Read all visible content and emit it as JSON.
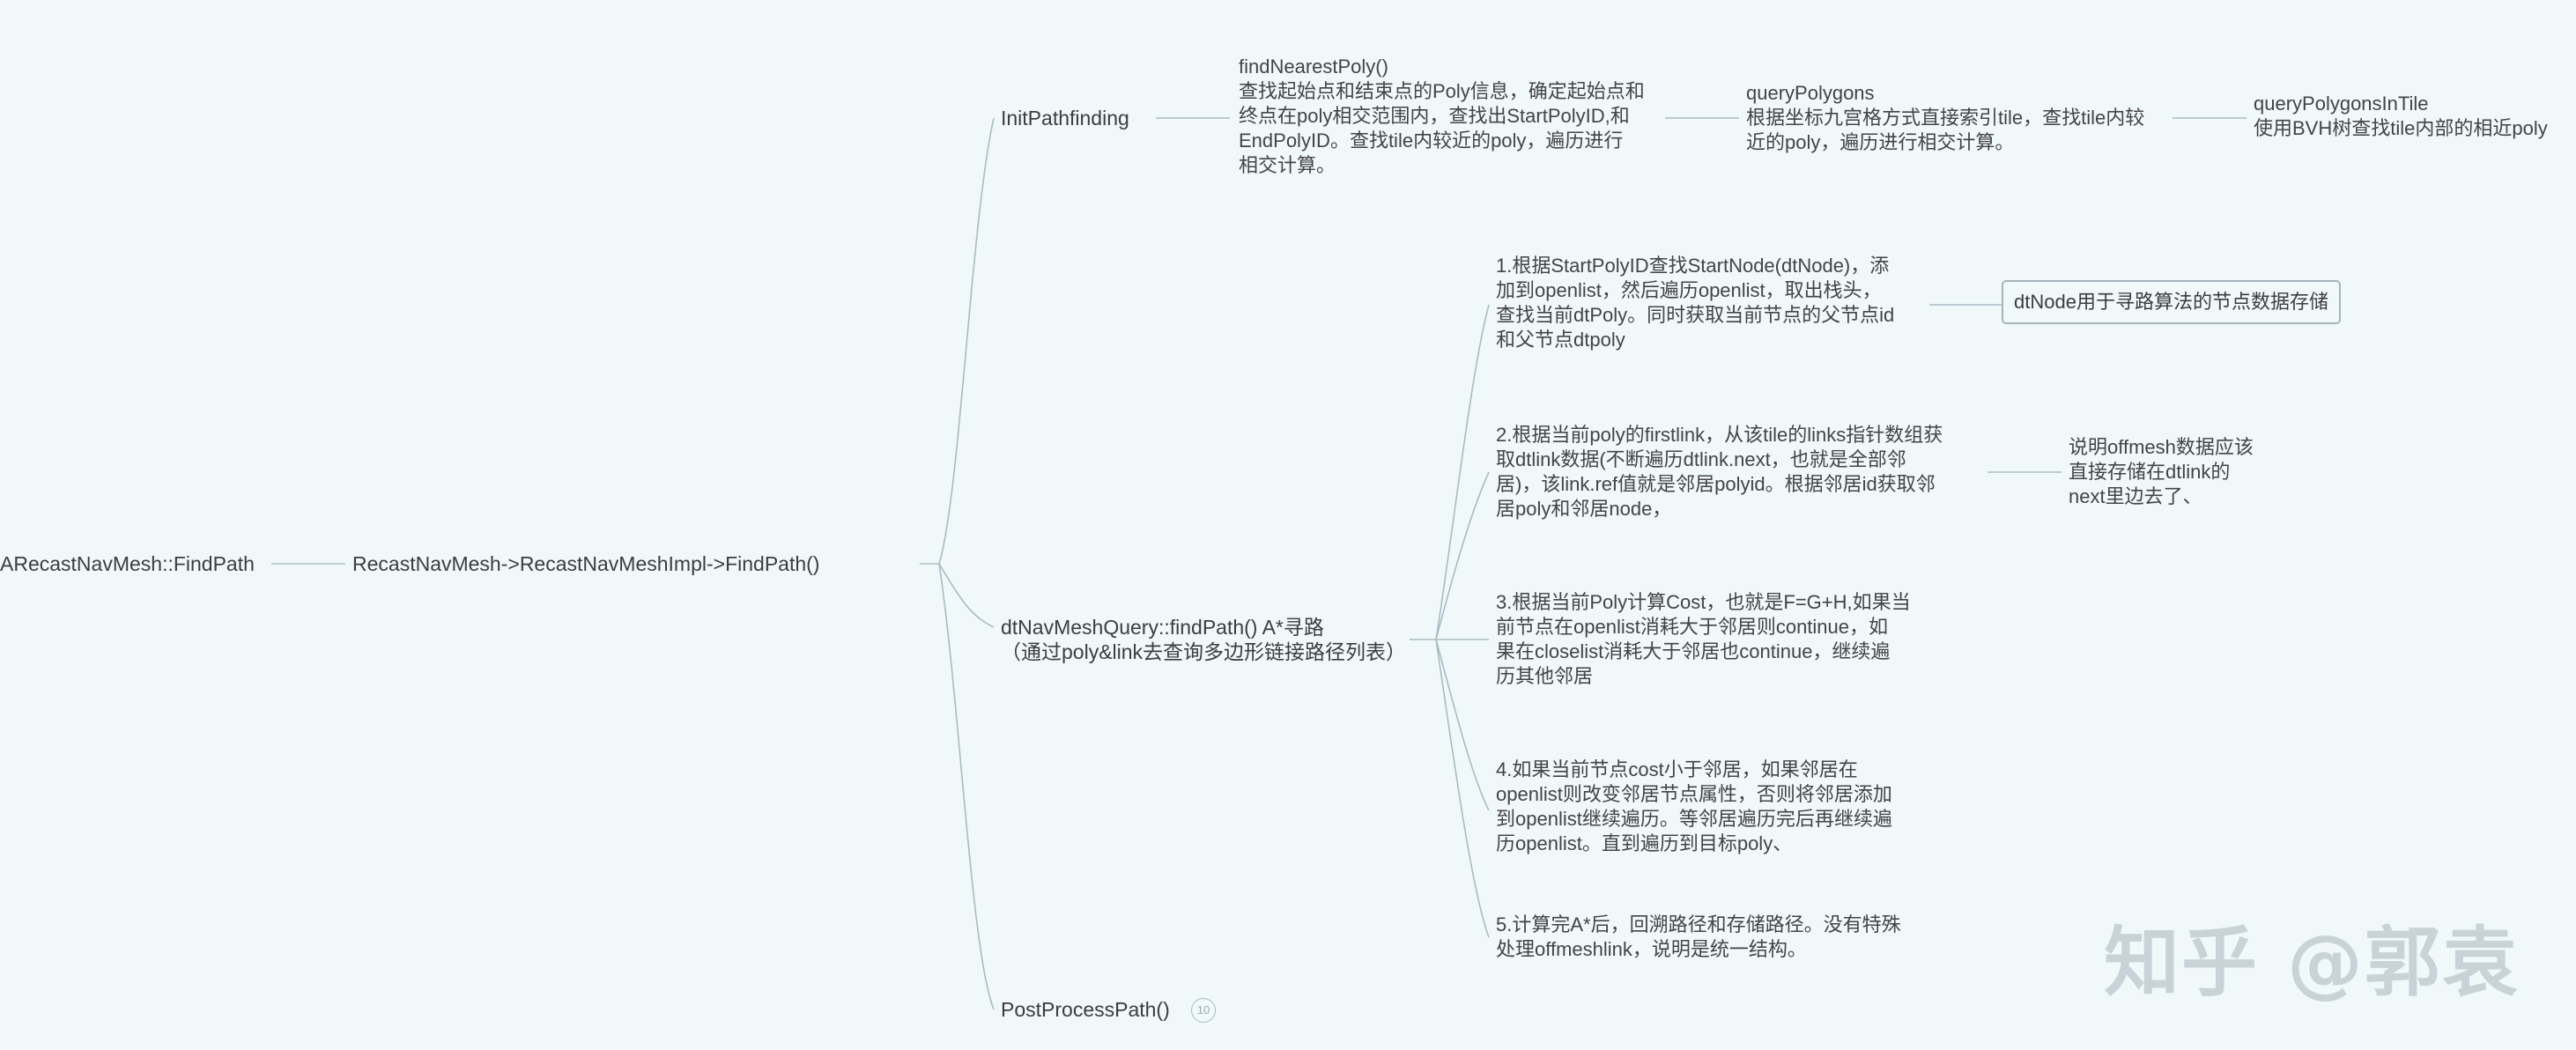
{
  "root": {
    "label": "ARecastNavMesh::FindPath"
  },
  "level1": {
    "label": "RecastNavMesh->RecastNavMeshImpl->FindPath()"
  },
  "branches": {
    "init": {
      "label": "InitPathfinding",
      "detail": "findNearestPoly()\n查找起始点和结束点的Poly信息，确定起始点和\n终点在poly相交范围内，查找出StartPolyID,和\nEndPolyID。查找tile内较近的poly，遍历进行\n相交计算。",
      "query": "queryPolygons\n根据坐标九宫格方式直接索引tile，查找tile内较\n近的poly，遍历进行相交计算。",
      "query_tile": "queryPolygonsInTile\n使用BVH树查找tile内部的相近poly"
    },
    "find": {
      "label": "dtNavMeshQuery::findPath() A*寻路\n（通过poly&link去查询多边形链接路径列表）",
      "steps": [
        "1.根据StartPolyID查找StartNode(dtNode)，添\n加到openlist，然后遍历openlist，取出栈头，\n查找当前dtPoly。同时获取当前节点的父节点id\n和父节点dtpoly",
        "2.根据当前poly的firstlink，从该tile的links指针数组获\n取dtlink数据(不断遍历dtlink.next，也就是全部邻\n居)，该link.ref值就是邻居polyid。根据邻居id获取邻\n居poly和邻居node，",
        "3.根据当前Poly计算Cost，也就是F=G+H,如果当\n前节点在openlist消耗大于邻居则continue，如\n果在closelist消耗大于邻居也continue，继续遍\n历其他邻居",
        "4.如果当前节点cost小于邻居，如果邻居在\nopenlist则改变邻居节点属性，否则将邻居添加\n到openlist继续遍历。等邻居遍历完后再继续遍\n历openlist。直到遍历到目标poly、",
        "5.计算完A*后，回溯路径和存储路径。没有特殊\n处理offmeshlink，说明是统一结构。"
      ],
      "dtnode_note": "dtNode用于寻路算法的节点数据存储",
      "offmesh_note": "说明offmesh数据应该\n直接存储在dtlink的\nnext里边去了、"
    },
    "post": {
      "label": "PostProcessPath()",
      "collapsed_count": "10"
    }
  },
  "watermark": "知乎 @郭袁"
}
